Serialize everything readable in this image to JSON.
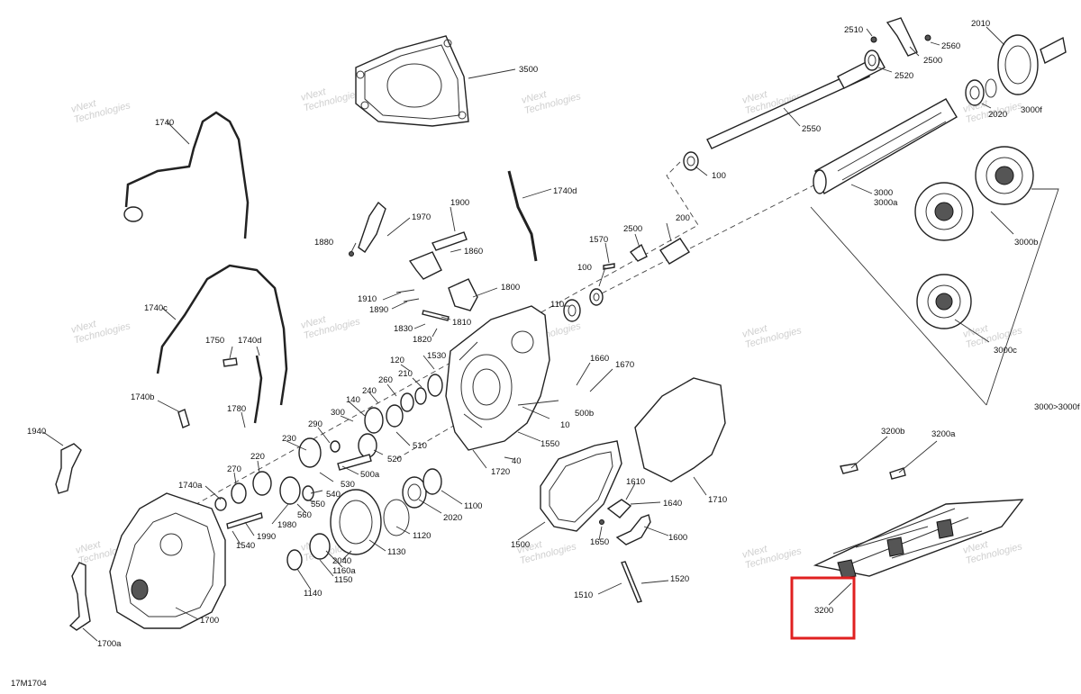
{
  "diagram_code": "17M1704",
  "watermark": [
    "vNext",
    "Technologies"
  ],
  "labels": [
    {
      "id": "l3500",
      "text": "3500"
    },
    {
      "id": "l2510",
      "text": "2510"
    },
    {
      "id": "l2010",
      "text": "2010"
    },
    {
      "id": "l2560",
      "text": "2560"
    },
    {
      "id": "l2500t",
      "text": "2500"
    },
    {
      "id": "l2520",
      "text": "2520"
    },
    {
      "id": "l2020",
      "text": "2020"
    },
    {
      "id": "l3000f",
      "text": "3000f"
    },
    {
      "id": "l2550",
      "text": "2550"
    },
    {
      "id": "l100a",
      "text": "100"
    },
    {
      "id": "l3000",
      "text": "3000"
    },
    {
      "id": "l3000a",
      "text": "3000a"
    },
    {
      "id": "l3000b",
      "text": "3000b"
    },
    {
      "id": "l3000c",
      "text": "3000c"
    },
    {
      "id": "l3000g",
      "text": "3000>3000f"
    },
    {
      "id": "l1740",
      "text": "1740"
    },
    {
      "id": "l1740d1",
      "text": "1740d"
    },
    {
      "id": "l1900",
      "text": "1900"
    },
    {
      "id": "l1970",
      "text": "1970"
    },
    {
      "id": "l1880",
      "text": "1880"
    },
    {
      "id": "l1860",
      "text": "1860"
    },
    {
      "id": "l1570",
      "text": "1570"
    },
    {
      "id": "l2500m",
      "text": "2500"
    },
    {
      "id": "l200",
      "text": "200"
    },
    {
      "id": "l100b",
      "text": "100"
    },
    {
      "id": "l110",
      "text": "110"
    },
    {
      "id": "l1800",
      "text": "1800"
    },
    {
      "id": "l1910",
      "text": "1910"
    },
    {
      "id": "l1890",
      "text": "1890"
    },
    {
      "id": "l1810",
      "text": "1810"
    },
    {
      "id": "l1830",
      "text": "1830"
    },
    {
      "id": "l1820",
      "text": "1820"
    },
    {
      "id": "l1740c",
      "text": "1740c"
    },
    {
      "id": "l1750",
      "text": "1750"
    },
    {
      "id": "l1740d2",
      "text": "1740d"
    },
    {
      "id": "l1740b",
      "text": "1740b"
    },
    {
      "id": "l120",
      "text": "120"
    },
    {
      "id": "l1530",
      "text": "1530"
    },
    {
      "id": "l210",
      "text": "210"
    },
    {
      "id": "l260",
      "text": "260"
    },
    {
      "id": "l240",
      "text": "240"
    },
    {
      "id": "l140",
      "text": "140"
    },
    {
      "id": "l1660",
      "text": "1660"
    },
    {
      "id": "l1670",
      "text": "1670"
    },
    {
      "id": "l500b",
      "text": "500b"
    },
    {
      "id": "l10",
      "text": "10"
    },
    {
      "id": "l1780",
      "text": "1780"
    },
    {
      "id": "l300",
      "text": "300"
    },
    {
      "id": "l290",
      "text": "290"
    },
    {
      "id": "l510",
      "text": "510"
    },
    {
      "id": "l1550",
      "text": "1550"
    },
    {
      "id": "l1940",
      "text": "1940"
    },
    {
      "id": "l230",
      "text": "230"
    },
    {
      "id": "l520",
      "text": "520"
    },
    {
      "id": "l500a",
      "text": "500a"
    },
    {
      "id": "l40",
      "text": "40"
    },
    {
      "id": "l1720",
      "text": "1720"
    },
    {
      "id": "l220",
      "text": "220"
    },
    {
      "id": "l270",
      "text": "270"
    },
    {
      "id": "l530",
      "text": "530"
    },
    {
      "id": "l1740a",
      "text": "1740a"
    },
    {
      "id": "l540",
      "text": "540"
    },
    {
      "id": "l550",
      "text": "550"
    },
    {
      "id": "l560",
      "text": "560"
    },
    {
      "id": "l1610",
      "text": "1610"
    },
    {
      "id": "l1640",
      "text": "1640"
    },
    {
      "id": "l1710",
      "text": "1710"
    },
    {
      "id": "l1100",
      "text": "1100"
    },
    {
      "id": "l2020b",
      "text": "2020"
    },
    {
      "id": "l1980",
      "text": "1980"
    },
    {
      "id": "l1990",
      "text": "1990"
    },
    {
      "id": "l1540",
      "text": "1540"
    },
    {
      "id": "l2040",
      "text": "2040"
    },
    {
      "id": "l1130",
      "text": "1130"
    },
    {
      "id": "l1120",
      "text": "1120"
    },
    {
      "id": "l1650",
      "text": "1650"
    },
    {
      "id": "l1600",
      "text": "1600"
    },
    {
      "id": "l1500",
      "text": "1500"
    },
    {
      "id": "l1140",
      "text": "1140"
    },
    {
      "id": "l1150",
      "text": "1150"
    },
    {
      "id": "l1160a",
      "text": "1160a"
    },
    {
      "id": "l1520",
      "text": "1520"
    },
    {
      "id": "l1510",
      "text": "1510"
    },
    {
      "id": "l1700",
      "text": "1700"
    },
    {
      "id": "l1700a",
      "text": "1700a"
    },
    {
      "id": "l3200b",
      "text": "3200b"
    },
    {
      "id": "l3200a",
      "text": "3200a"
    },
    {
      "id": "l3200",
      "text": "3200"
    }
  ],
  "highlight": {
    "target": "3200",
    "color": "#e02020"
  }
}
